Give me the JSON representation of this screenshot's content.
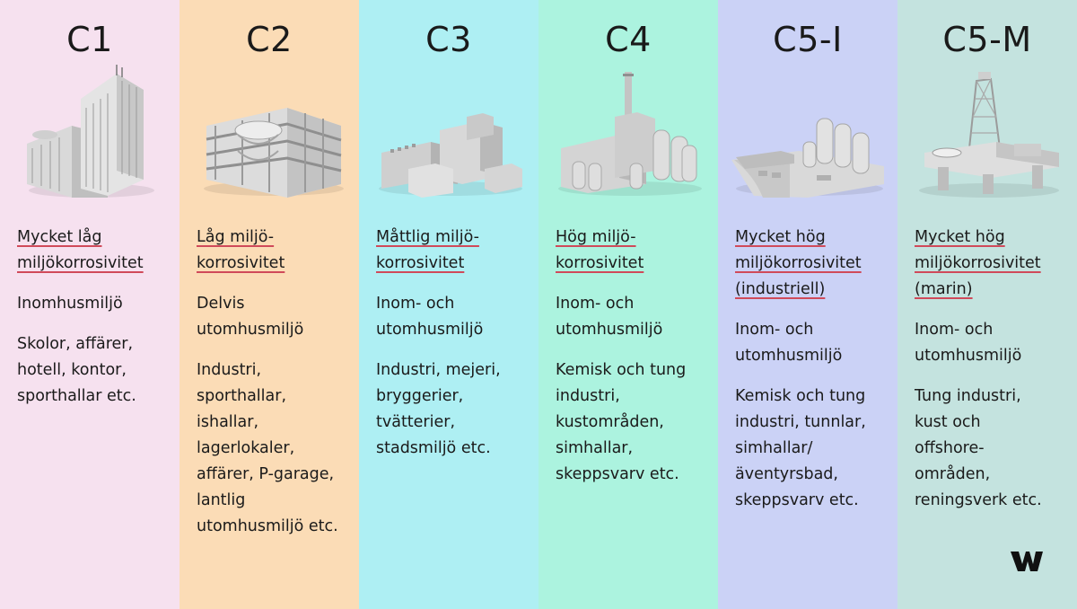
{
  "columns": [
    {
      "title": "C1",
      "bg": "#f6e1ef",
      "illustration": "office-tower-icon",
      "heading": [
        "Mycket låg",
        "miljökorrosivitet"
      ],
      "environment": "Inomhusmiljö",
      "examples": "Skolor, affärer,\nhotell, kontor,\nsporthallar etc."
    },
    {
      "title": "C2",
      "bg": "#fbdcb6",
      "illustration": "parking-garage-icon",
      "heading": [
        "Låg miljö-",
        "korrosivitet"
      ],
      "environment": "Delvis\nutomhusmiljö",
      "examples": "Industri,\nsporthallar,\nishallar,\nlagerlokaler,\naffärer, P-garage,\nlantlig\nutomhusmiljö etc."
    },
    {
      "title": "C3",
      "bg": "#aeeff3",
      "illustration": "dairy-plant-icon",
      "heading": [
        "Måttlig miljö-",
        "korrosivitet"
      ],
      "environment": "Inom- och\nutomhusmiljö",
      "examples": "Industri, mejeri,\nbryggerier,\ntvätterier,\nstadsmiljö etc."
    },
    {
      "title": "C4",
      "bg": "#acf3df",
      "illustration": "chemical-plant-icon",
      "heading": [
        "Hög miljö-",
        "korrosivitet"
      ],
      "environment": "Inom- och\nutomhusmiljö",
      "examples": "Kemisk och tung\nindustri,\nkustområden,\nsimhallar,\nskeppsvarv etc."
    },
    {
      "title": "C5-I",
      "bg": "#cbd2f6",
      "illustration": "industrial-port-icon",
      "heading": [
        "Mycket hög",
        "miljökorrosivitet",
        "(industriell)"
      ],
      "environment": "Inom- och\nutomhusmiljö",
      "examples": "Kemisk och tung\nindustri, tunnlar,\nsimhallar/\näventyrsbad,\nskeppsvarv etc."
    },
    {
      "title": "C5-M",
      "bg": "#c4e3df",
      "illustration": "offshore-rig-icon",
      "heading": [
        "Mycket hög",
        "miljökorrosivitet",
        "(marin)"
      ],
      "environment": "Inom- och\nutomhusmiljö",
      "examples": "Tung industri,\nkust och\noffshore-\nområden,\nreningsverk etc."
    }
  ],
  "logo": "w-logo-icon"
}
